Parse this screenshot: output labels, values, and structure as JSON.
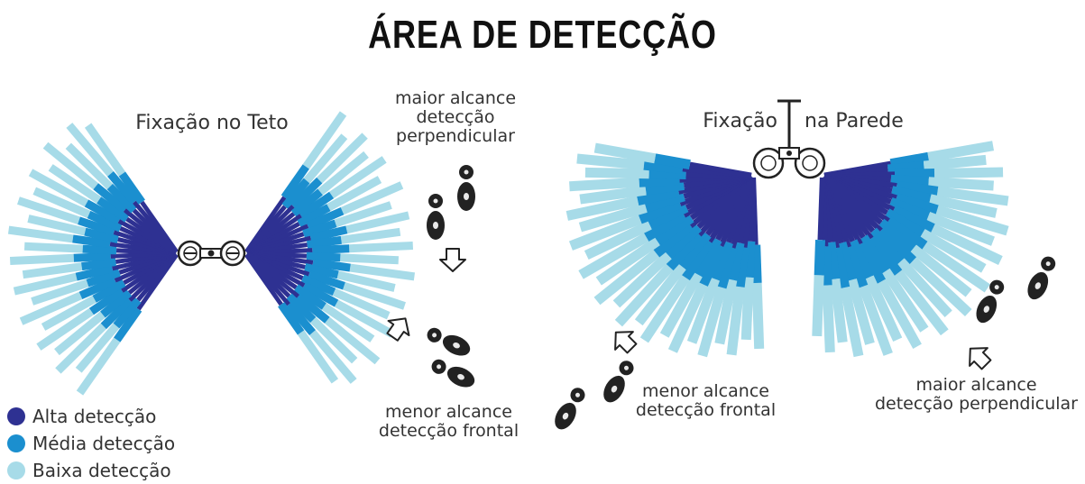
{
  "title": "ÁREA DE DETECÇÃO",
  "colors": {
    "high": "#2e3192",
    "medium": "#1b8fcf",
    "low": "#a7dbe8",
    "ink": "#222222"
  },
  "ceiling": {
    "heading": "Fixação no Teto",
    "note_top": [
      "maior alcance",
      "detecção",
      "perpendicular"
    ],
    "note_bottom": [
      "menor alcance",
      "detecção frontal"
    ]
  },
  "wall": {
    "heading_left": "Fixação",
    "heading_right": "na Parede",
    "note_left": [
      "menor alcance",
      "detecção frontal"
    ],
    "note_right": [
      "maior alcance",
      "detecção perpendicular"
    ]
  },
  "legend": [
    {
      "label": "Alta detecção",
      "color": "#2e3192"
    },
    {
      "label": "Média detecção",
      "color": "#1b8fcf"
    },
    {
      "label": "Baixa detecção",
      "color": "#a7dbe8"
    }
  ],
  "icons": [
    "ceiling-sensor-icon",
    "wall-sensor-icon",
    "footprints-icon",
    "arrow-icon"
  ]
}
